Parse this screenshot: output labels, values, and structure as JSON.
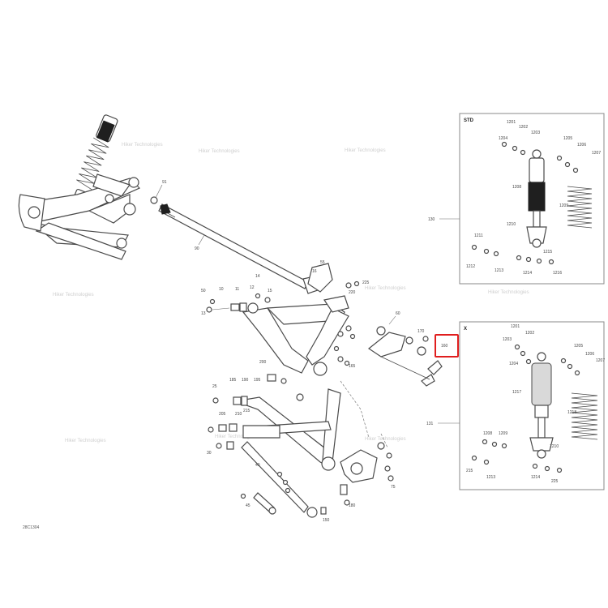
{
  "diagram_code": "28C1304",
  "watermark": "Hiker Technologies",
  "inset_std": {
    "title": "STD",
    "callout": "130"
  },
  "inset_x": {
    "title": "X",
    "callout": "131"
  },
  "highlight_label": "160",
  "callouts": {
    "c91": "91",
    "c90": "90",
    "c50": "50",
    "c55": "55",
    "c225": "225",
    "c10": "10",
    "c11": "11",
    "c12": "12",
    "c13": "13",
    "c220": "220",
    "c14": "14",
    "c15": "15",
    "c16": "16",
    "c25": "25",
    "c60": "60",
    "c75": "75",
    "c45": "45",
    "c30": "30",
    "c40": "40",
    "c150": "150",
    "c165": "165",
    "c170": "170",
    "c180": "180",
    "c185": "185",
    "c190": "190",
    "c195": "195",
    "c200": "200",
    "c205": "205",
    "c210": "210",
    "c215": "215",
    "c1201": "1201",
    "c1202": "1202",
    "c1203": "1203",
    "c1204": "1204",
    "c1205": "1205",
    "c1206": "1206",
    "c1207": "1207",
    "c1208": "1208",
    "c1209": "1209",
    "c1210": "1210",
    "c1211": "1211",
    "c1212": "1212",
    "c1213": "1213",
    "c1214": "1214",
    "c1215": "1215",
    "c1216": "1216",
    "c1217": "1217",
    "c1218": "1218"
  }
}
